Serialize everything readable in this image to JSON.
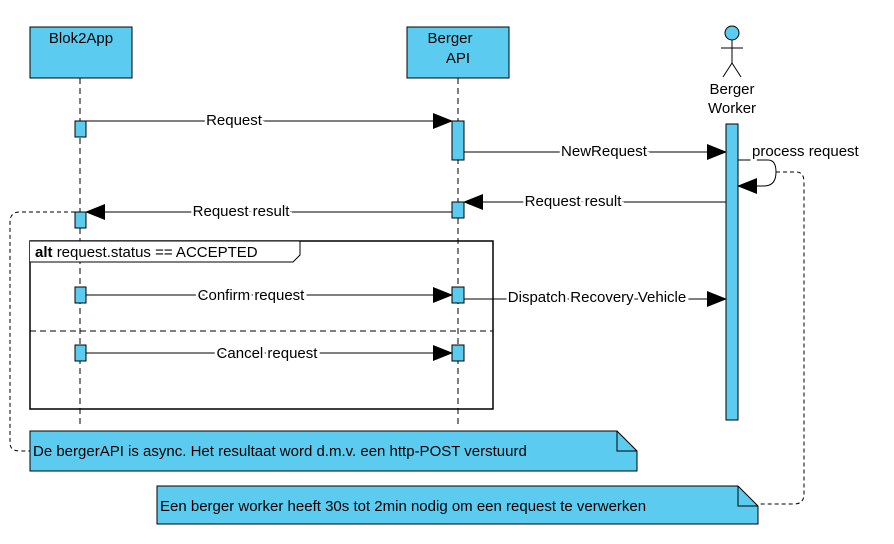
{
  "participants": {
    "blok2app": {
      "label": "Blok2App"
    },
    "berger_api": {
      "line1": "Berger",
      "line2": "API"
    },
    "berger_worker": {
      "line1": "Berger",
      "line2": "Worker"
    }
  },
  "messages": {
    "request": "Request",
    "new_request": "NewRequest",
    "process_request": "process request",
    "request_result_worker": "Request result",
    "request_result_api": "Request result",
    "confirm_request": "Confirm request",
    "dispatch": "Dispatch Recovery Vehicle",
    "cancel_request": "Cancel request"
  },
  "fragment": {
    "keyword": "alt",
    "condition": "request.status == ACCEPTED"
  },
  "notes": {
    "api_async": "De bergerAPI is async. Het resultaat word d.m.v. een http-POST verstuurd",
    "worker_time": "Een berger worker heeft 30s tot 2min nodig om een request te verwerken"
  },
  "colors": {
    "fill": "#5BCBEF",
    "stroke": "#000000"
  }
}
